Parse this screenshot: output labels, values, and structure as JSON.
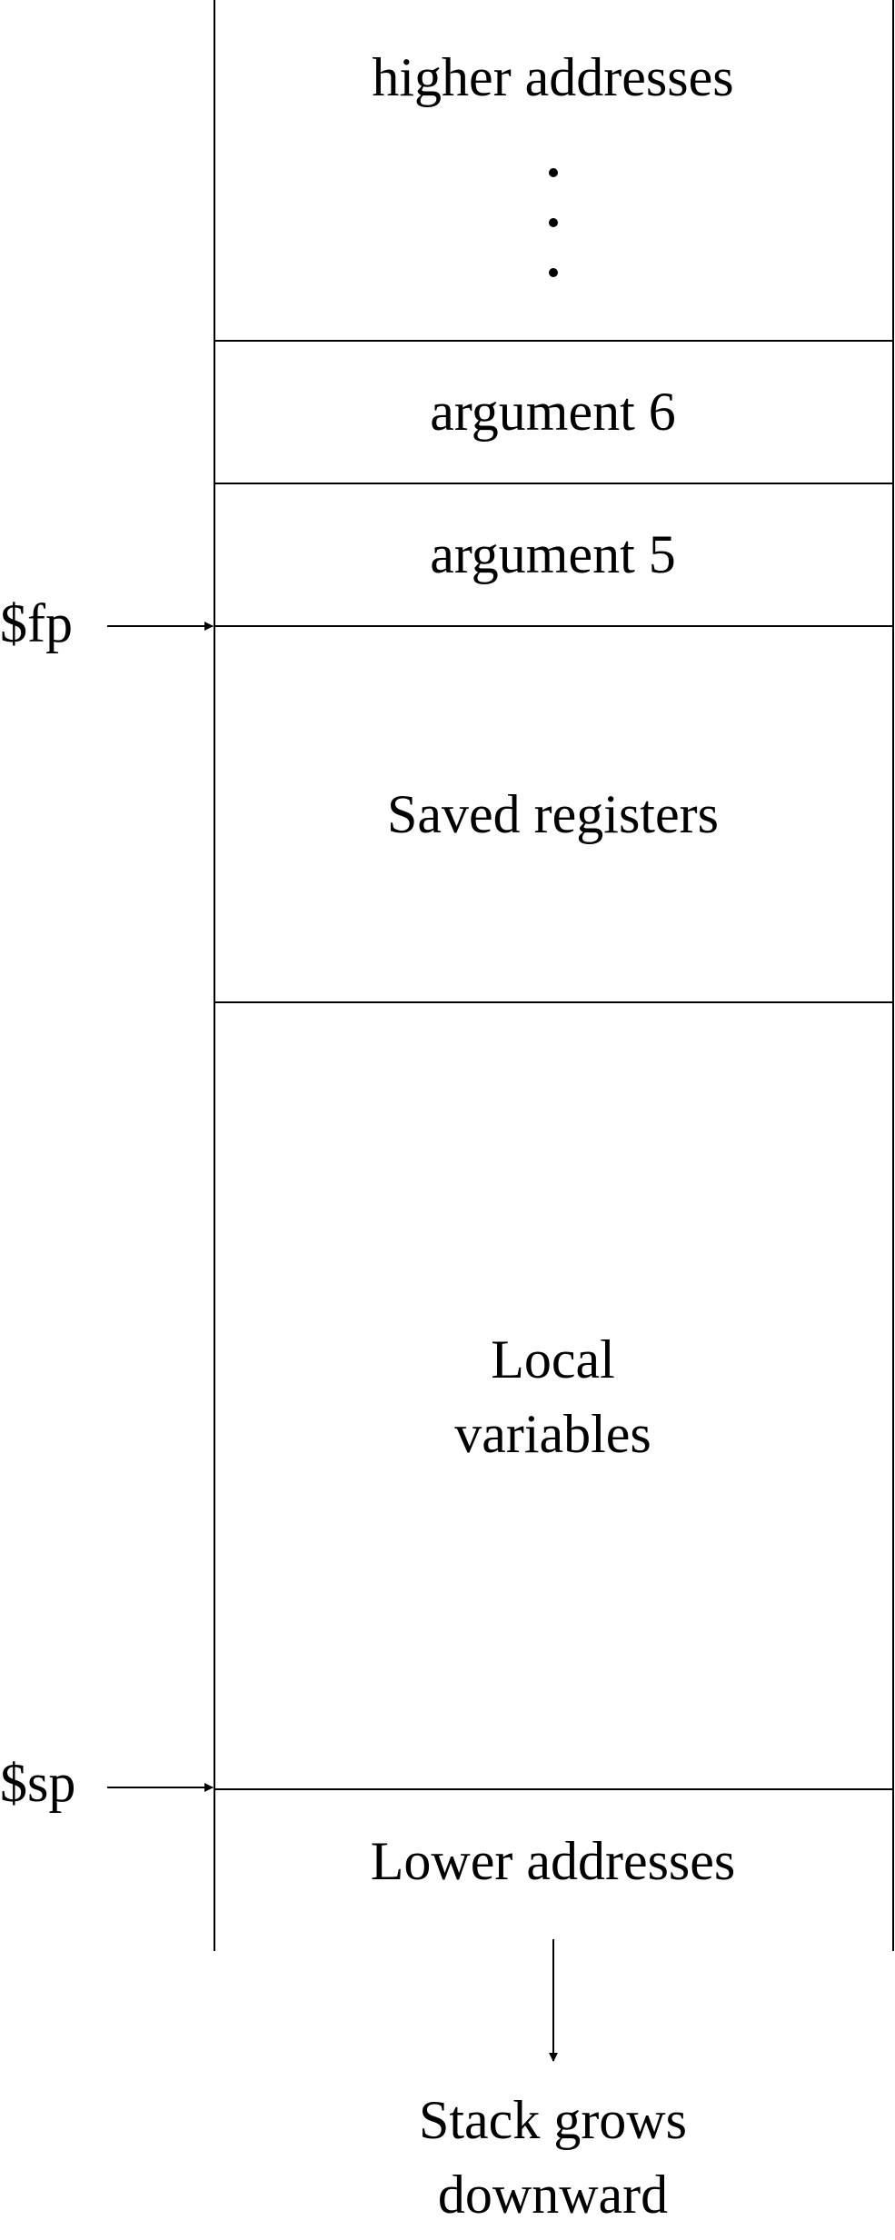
{
  "stack_regions": [
    {
      "label": "higher addresses",
      "has_ellipsis": true
    },
    {
      "label": "argument 6"
    },
    {
      "label": "argument 5"
    },
    {
      "label": "Saved registers"
    },
    {
      "label": "Local\nvariables"
    },
    {
      "label": "Lower addresses"
    }
  ],
  "pointers": {
    "fp": {
      "label": "$fp",
      "points_to": "top of Saved registers"
    },
    "sp": {
      "label": "$sp",
      "points_to": "bottom of Local variables"
    }
  },
  "growth": {
    "label": "Stack grows\ndownward",
    "arrow": "down-arrow"
  },
  "colors": {
    "line": "#000000",
    "text": "#000000",
    "background": "#ffffff"
  }
}
